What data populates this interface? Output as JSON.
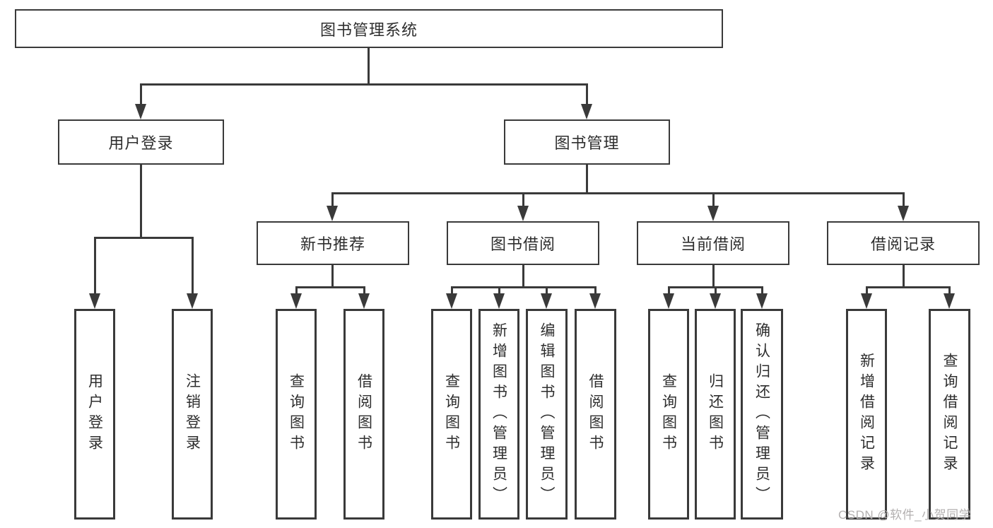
{
  "tree": {
    "root": {
      "label": "图书管理系统"
    },
    "branches": [
      {
        "label": "用户登录",
        "leaves": [
          "用户登录",
          "注销登录"
        ]
      },
      {
        "label": "图书管理",
        "sections": [
          {
            "label": "新书推荐",
            "leaves": [
              "查询图书",
              "借阅图书"
            ]
          },
          {
            "label": "图书借阅",
            "leaves": [
              "查询图书",
              "新增图书（管理员）",
              "编辑图书（管理员）",
              "借阅图书"
            ]
          },
          {
            "label": "当前借阅",
            "leaves": [
              "查询图书",
              "归还图书",
              "确认归还（管理员）"
            ]
          },
          {
            "label": "借阅记录",
            "leaves": [
              "新增借阅记录",
              "查询借阅记录"
            ]
          }
        ]
      }
    ]
  },
  "watermark": {
    "text": "CSDN @软件_小贺同学"
  },
  "colors": {
    "line": "#3a3a3a",
    "text": "#2e2e2e",
    "watermark": "#b3b0b0",
    "background": "#ffffff"
  }
}
